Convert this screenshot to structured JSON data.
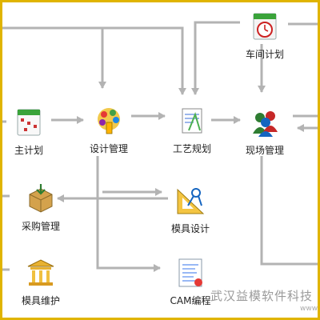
{
  "nodes": {
    "main_plan": {
      "label": "主计划"
    },
    "design_mgmt": {
      "label": "设计管理"
    },
    "process_plan": {
      "label": "工艺规划"
    },
    "site_mgmt": {
      "label": "现场管理"
    },
    "workshop_plan": {
      "label": "车间计划"
    },
    "purchase_mgmt": {
      "label": "采购管理"
    },
    "mold_design": {
      "label": "模具设计"
    },
    "mold_maintenance": {
      "label": "模具维护"
    },
    "cam_programming": {
      "label": "CAM编程"
    }
  },
  "watermark": {
    "text": "武汉益模软件科技",
    "sub": "www.z"
  },
  "colors": {
    "arrow": "#b3b3b3",
    "border": "#e0b400"
  }
}
